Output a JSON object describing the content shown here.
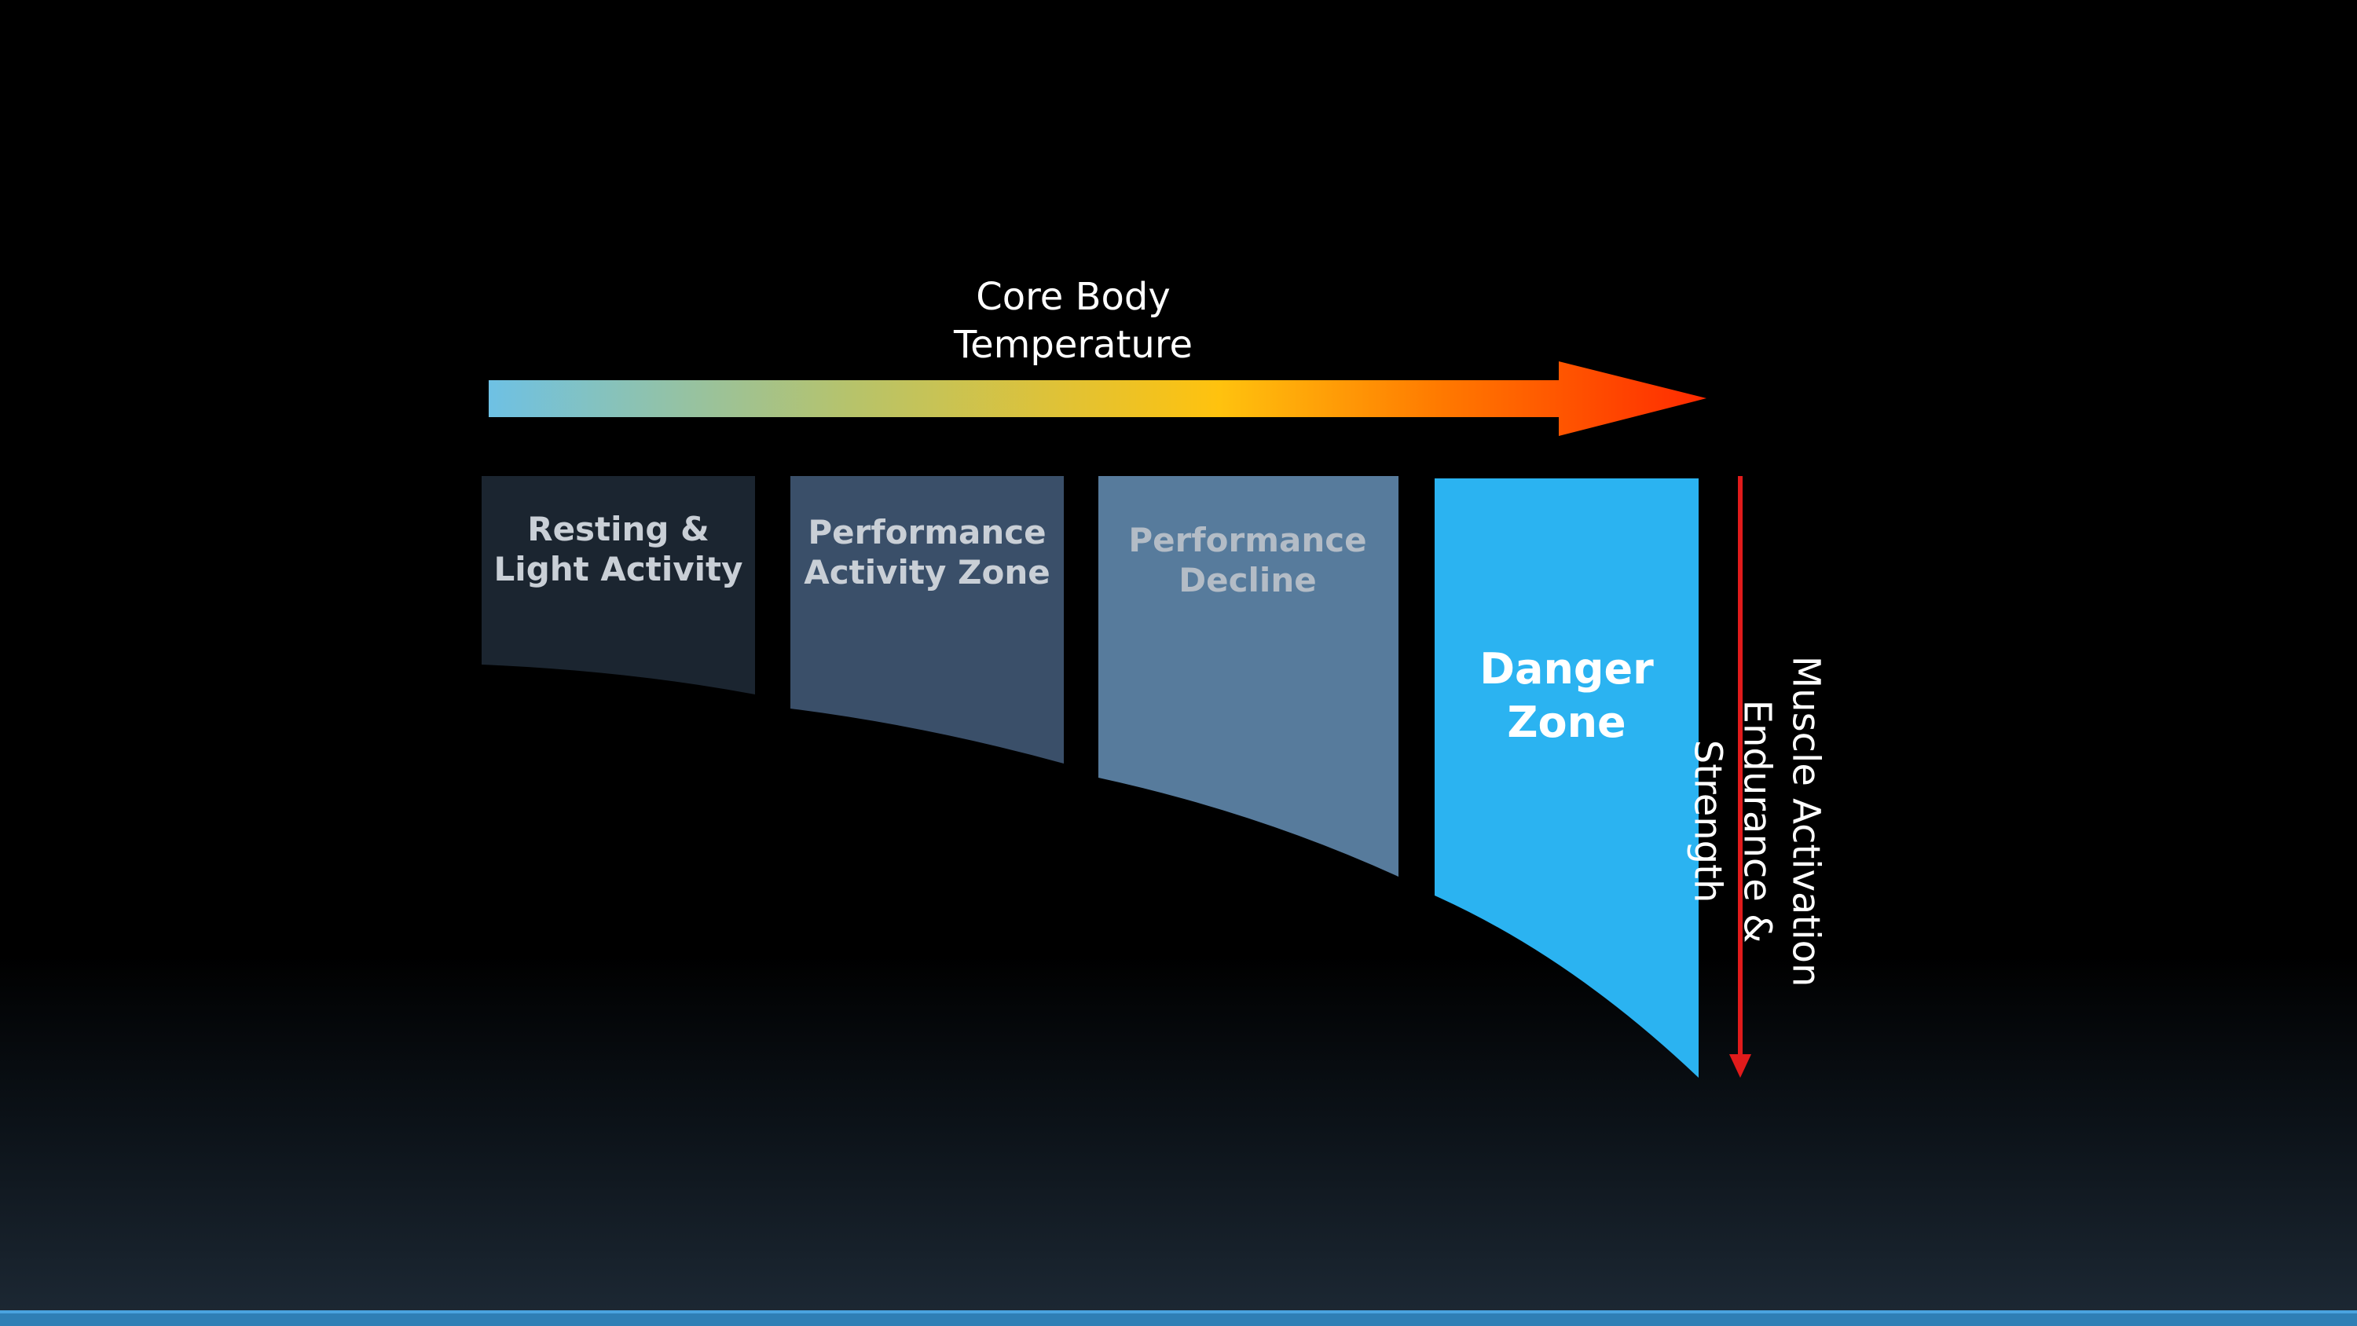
{
  "top_axis": {
    "label": "Core Body\nTemperature",
    "gradient_colors": [
      "#6ec1e4",
      "#b7c36a",
      "#ffc20e",
      "#ff7a00",
      "#ff2a00"
    ]
  },
  "side_axis": {
    "label": "Muscle Activation\nEndurance & Strength",
    "arrow_color": "#e11b1b"
  },
  "zones": [
    {
      "label": "Resting &\nLight Activity",
      "fill": "#1b2530",
      "text_color": "#c9cfd6"
    },
    {
      "label": "Performance\nActivity Zone",
      "fill": "#3a4f69",
      "text_color": "#c9cfd6"
    },
    {
      "label": "Performance\nDecline",
      "fill": "#577b9c",
      "text_color": "#b3bcc6"
    },
    {
      "label": "Danger\nZone",
      "fill": "#2bb3f1",
      "text_color": "#ffffff"
    }
  ]
}
